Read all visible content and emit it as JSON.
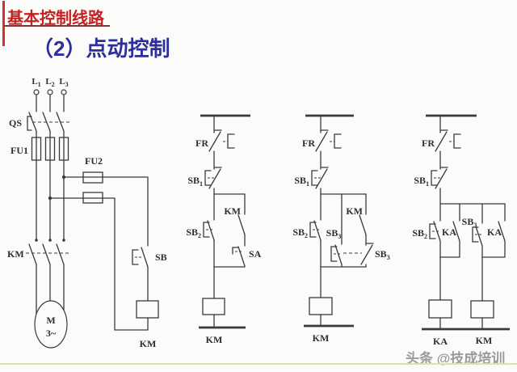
{
  "header": {
    "title": "基本控制线路",
    "subtitle": "（2）点动控制",
    "title_color": "#c32222",
    "underline_color": "#8a3232",
    "subtitle_color": "#2e2e9c",
    "accent_bar_color": "#d03030"
  },
  "watermark": {
    "text": "头条 @技成培训",
    "color": "#9b9b9b"
  },
  "footer_line_color": "#e2deae",
  "diagram": {
    "stroke_color": "#3a3a3a",
    "labels": {
      "L": "L",
      "n1": "1",
      "n2": "2",
      "n3": "3",
      "QS": "QS",
      "FU1": "FU1",
      "FU2": "FU2",
      "KM": "KM",
      "KA": "KA",
      "SB": "SB",
      "SA": "SA",
      "FR": "FR",
      "M": "M",
      "phase": "3~"
    }
  }
}
